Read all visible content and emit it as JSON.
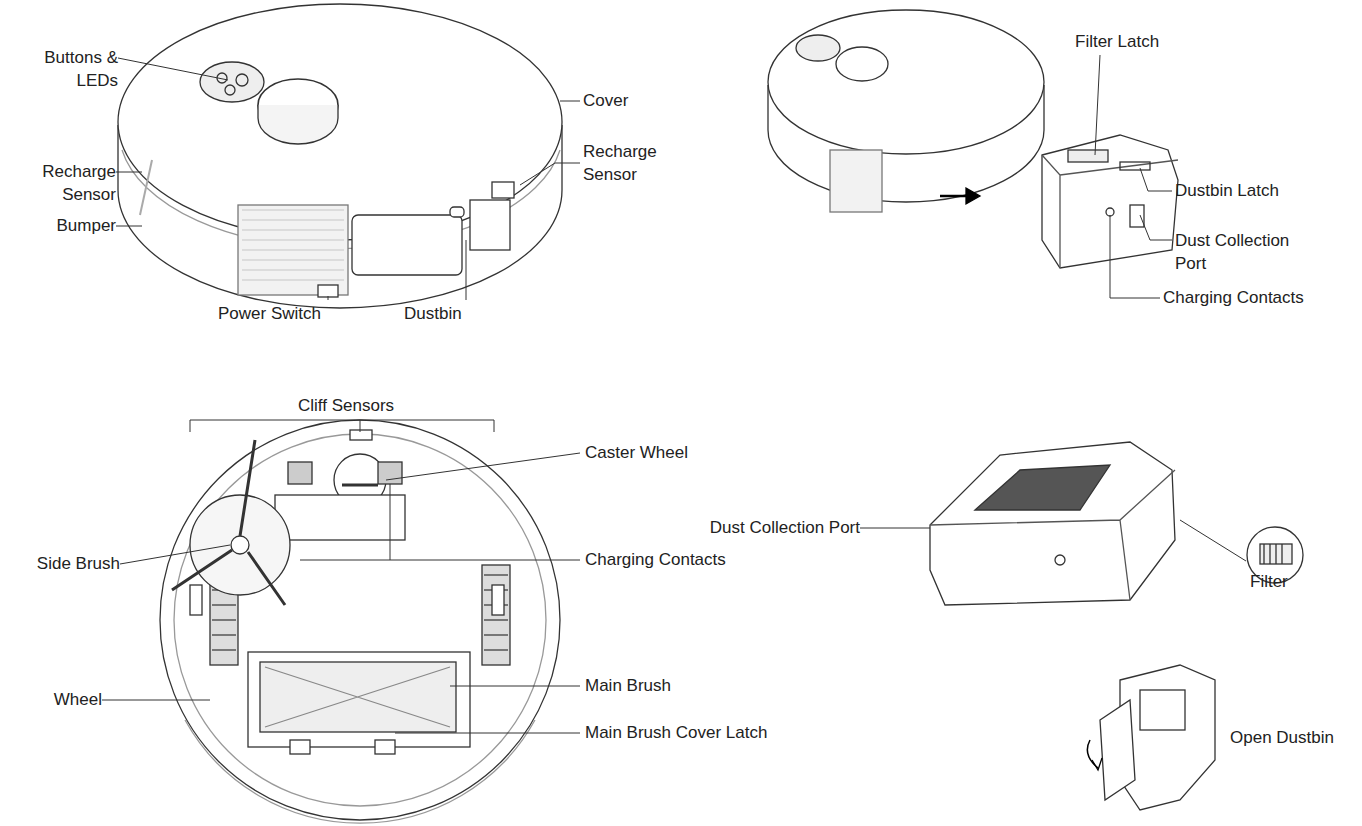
{
  "diagram": {
    "labels": [
      "Buttons & LEDs",
      "Cover",
      "Recharge Sensor",
      "Recharge Sensor",
      "Bumper",
      "Power Switch",
      "Dustbin",
      "Filter Latch",
      "Dustbin Latch",
      "Dust Collection Port",
      "Charging Contacts",
      "Cliff Sensors",
      "Caster Wheel",
      "Side Brush",
      "Charging Contacts",
      "Wheel",
      "Main Brush",
      "Main Brush Cover Latch",
      "Dust Collection Port",
      "Filter",
      "Open Dustbin"
    ]
  }
}
